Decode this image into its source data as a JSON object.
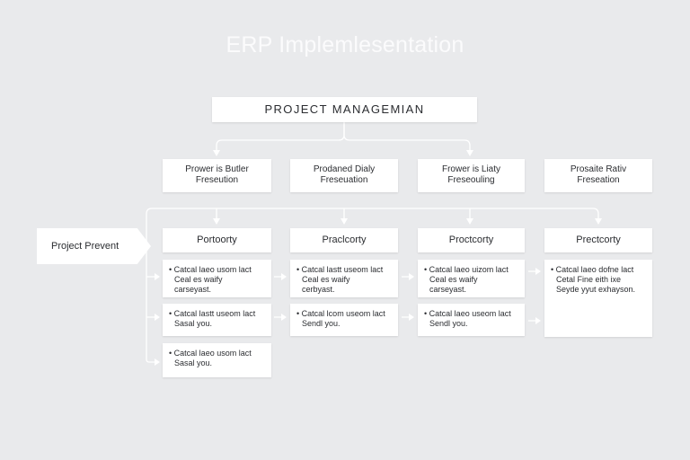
{
  "title": "ERP Implemlesentation",
  "root": {
    "label": "PROJECT MANAGEMIAN"
  },
  "side_tag": {
    "label": "Project Prevent"
  },
  "phases": [
    {
      "line1": "Prower is Butler",
      "line2": "Freseution"
    },
    {
      "line1": "Prodaned Dialy",
      "line2": "Freseuation"
    },
    {
      "line1": "Frower is Liaty",
      "line2": "Freseouling"
    },
    {
      "line1": "Prosaite Rativ",
      "line2": "Freseation"
    }
  ],
  "columns": [
    {
      "header": "Portoorty",
      "tasks": [
        {
          "bullet": "•",
          "lines": [
            "Catcal laeo usom lact",
            "Ceal es waify",
            "carseyast."
          ]
        },
        {
          "bullet": "•",
          "lines": [
            "Catcal lastt useom lact",
            "Sasal you."
          ]
        },
        {
          "bullet": "•",
          "lines": [
            "Catcal laeo usom lact",
            "Sasal you."
          ]
        }
      ]
    },
    {
      "header": "Praclcorty",
      "tasks": [
        {
          "bullet": "•",
          "lines": [
            "Catcal lastt useom lact",
            "Ceal es waify",
            "cerbyast."
          ]
        },
        {
          "bullet": "•",
          "lines": [
            "Catcal lcom useom lact",
            "Sendl you."
          ]
        }
      ]
    },
    {
      "header": "Proctcorty",
      "tasks": [
        {
          "bullet": "•",
          "lines": [
            "Catcal laeo uizom lact",
            "Ceal es waify",
            "carseyast."
          ]
        },
        {
          "bullet": "•",
          "lines": [
            "Catcal laeo useom lact",
            "Sendl you."
          ]
        }
      ]
    },
    {
      "header": "Prectcorty",
      "tasks": [
        {
          "bullet": "•",
          "lines": [
            "Catcal laeo dofne lact",
            "Cetal Fine eith ixe",
            "Seyde yyut exhayson."
          ]
        }
      ]
    }
  ]
}
